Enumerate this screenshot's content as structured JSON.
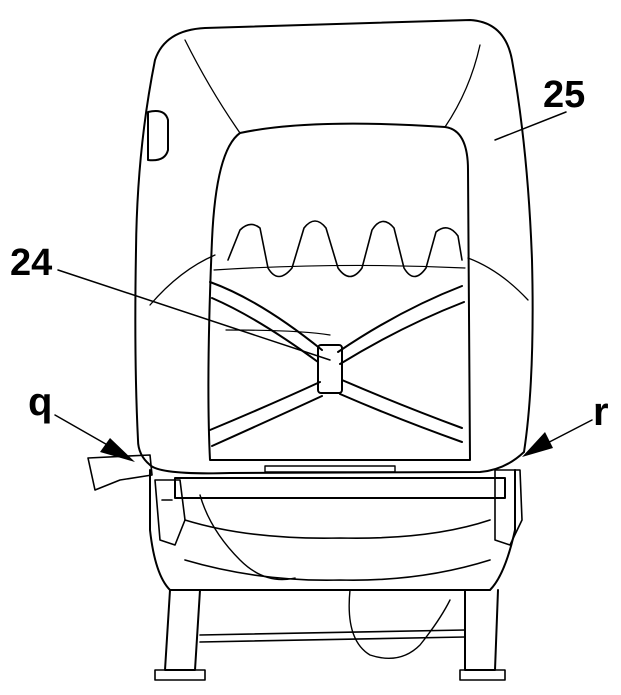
{
  "callouts": {
    "seat_cover": "25",
    "center_strap": "24",
    "left_side": "q",
    "right_side": "r"
  },
  "colors": {
    "line": "#000000",
    "background": "#ffffff"
  }
}
